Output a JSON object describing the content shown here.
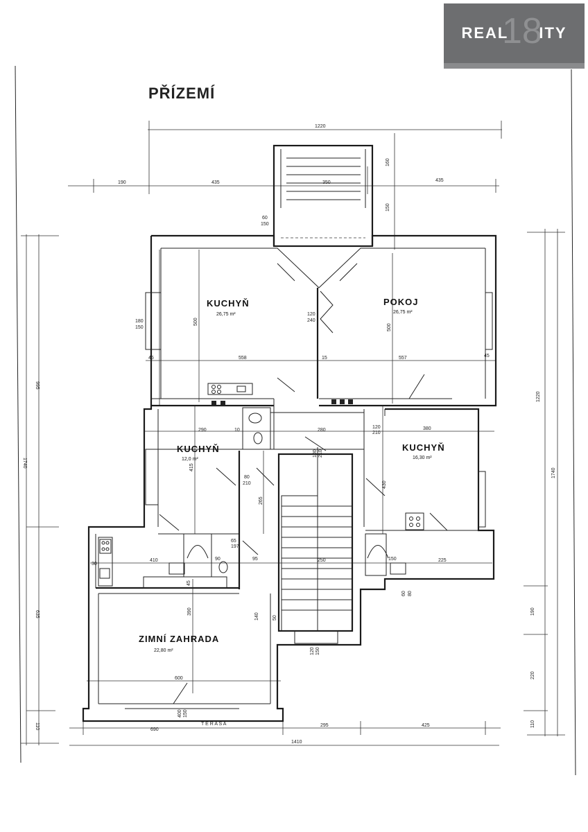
{
  "logo": {
    "left": "REAL",
    "number": "18",
    "right": "ITY"
  },
  "plan_title": "PŘÍZEMÍ",
  "rooms": [
    {
      "name": "KUCHYŇ",
      "area": "26,75 m²"
    },
    {
      "name": "POKOJ",
      "area": "26,75 m²"
    },
    {
      "name": "KUCHYŇ",
      "area": "12,0 m²"
    },
    {
      "name": "KUCHYŇ",
      "area": "16,30 m²"
    },
    {
      "name": "ZIMNÍ ZAHRADA",
      "area": "22,80 m²"
    }
  ],
  "terrace_label": "T E R A S A",
  "dimensions": {
    "total_width_top": "1220",
    "top_left_190": "190",
    "top_435_left": "435",
    "top_350": "350",
    "top_435_right": "435",
    "side_160": "160",
    "side_150": "150",
    "row_558": "558",
    "row_557": "557",
    "row_15": "15",
    "row_45_a": "45",
    "row_45_b": "45",
    "h_500_left": "500",
    "h_500_right": "500",
    "k3_290": "290",
    "k3_10": "10",
    "corr_280": "280",
    "k4_380": "380",
    "k3_415": "415",
    "k4_430": "430",
    "stair_265": "265",
    "lower_410": "410",
    "lower_250": "250",
    "lower_225": "225",
    "lower_150": "150",
    "garden_390": "390",
    "garden_600": "600",
    "bottom_690": "690",
    "bottom_295": "295",
    "bottom_425": "425",
    "bottom_1410": "1410",
    "left_1740": "1740",
    "left_995": "995",
    "left_635": "635",
    "left_110": "110",
    "right_1220": "1220",
    "right_1740": "1740",
    "right_190": "190",
    "right_220": "220",
    "right_110": "110",
    "win_180_150_a": "180",
    "win_180_150_b": "150",
    "door_120_240_a": "120",
    "door_120_240_b": "240",
    "door_60_150_a": "60",
    "door_60_150_b": "150",
    "door_80_210_a": "80",
    "door_80_210_b": "210",
    "door_100_210_a": "100",
    "door_100_210_b": "210",
    "door_65_197_a": "65",
    "door_65_197_b": "197",
    "door_120_210_a": "120",
    "door_120_210_b": "210",
    "stair_120_150_a": "120",
    "stair_120_150_b": "150",
    "garden_400_150_a": "400",
    "garden_400_150_b": "150",
    "small_60_80_a": "60",
    "small_60_80_b": "80",
    "small_45": "45",
    "small_30": "30",
    "small_90": "90",
    "small_95": "95",
    "small_140": "140",
    "small_50": "50"
  }
}
